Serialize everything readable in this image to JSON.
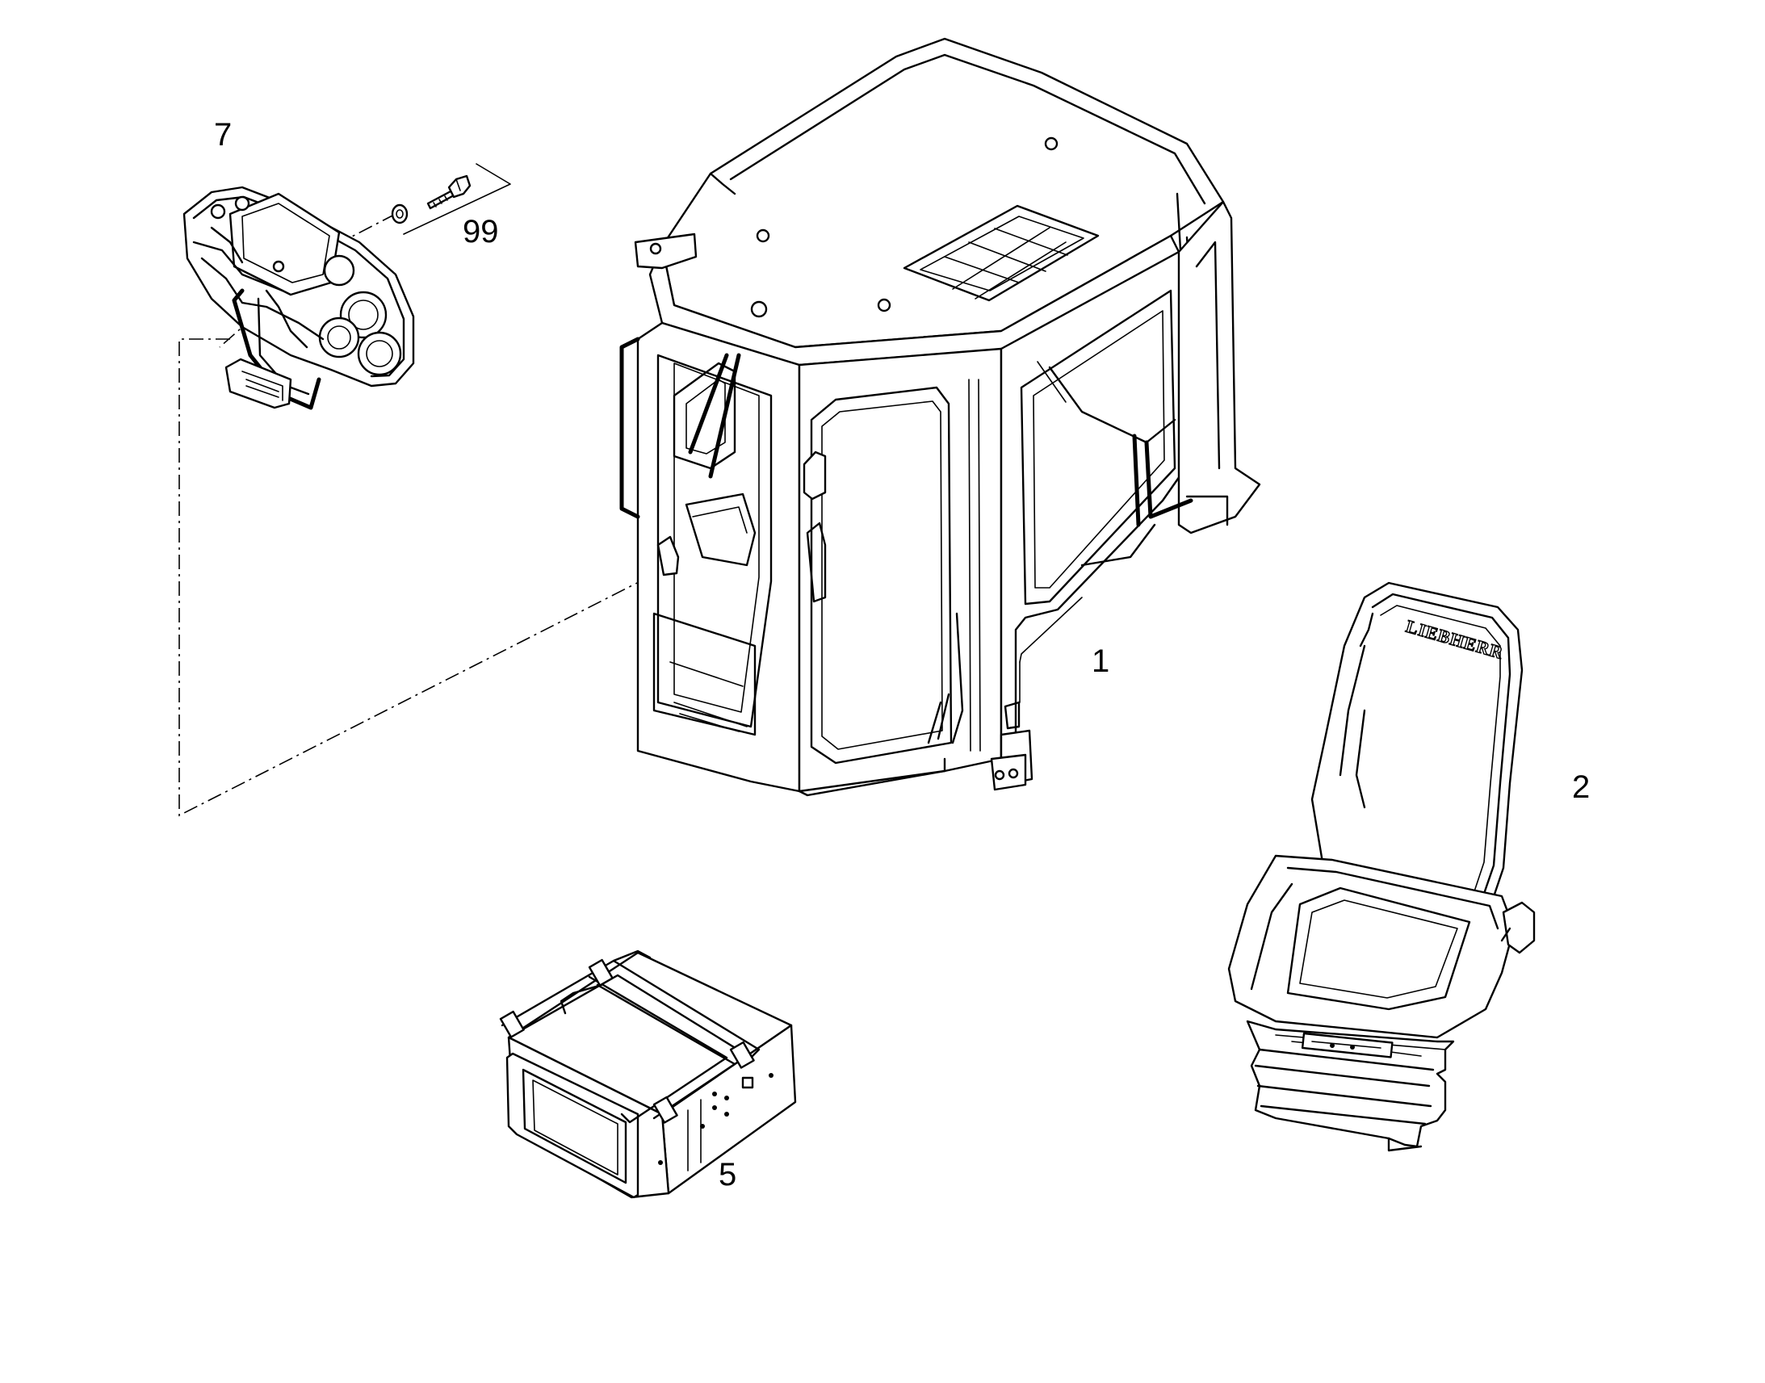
{
  "callouts": {
    "cab": "1",
    "seat": "2",
    "control_unit": "5",
    "dashboard": "7",
    "screw_kit": "99"
  },
  "seat_logo": "LIEBHERR",
  "colors": {
    "line": "#000000",
    "background": "#ffffff"
  }
}
